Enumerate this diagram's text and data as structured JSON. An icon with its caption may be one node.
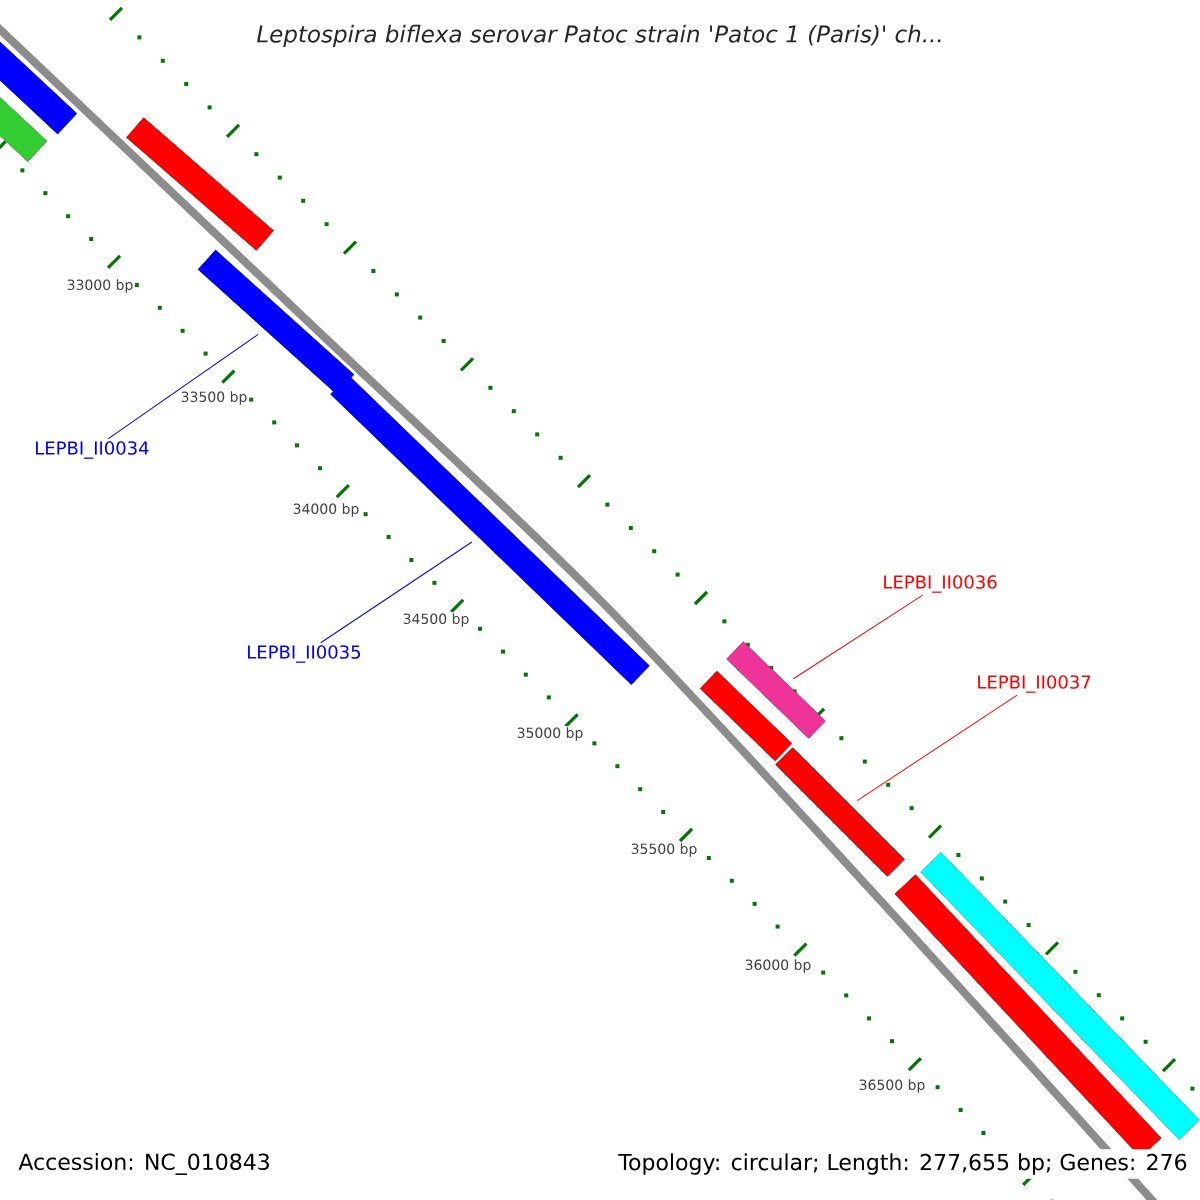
{
  "diagram": {
    "title": "Leptospira biflexa serovar Patoc strain 'Patoc 1 (Paris)' ch...",
    "nodes": [
      {
        "text": [],
        "shape": "bar"
      },
      {
        "text": [],
        "shape": "bar"
      },
      {
        "text": [],
        "shape": "bar"
      },
      {
        "text": [],
        "shape": "bar"
      },
      {
        "text": [],
        "shape": "bar"
      },
      {
        "text": [],
        "shape": "bar"
      },
      {
        "text": [],
        "shape": "bar"
      },
      {
        "text": [],
        "shape": "bar"
      },
      {
        "text": [],
        "shape": "bar"
      },
      {
        "text": [],
        "shape": "bar"
      },
      {
        "text": [
          "LEPBI_II0034"
        ]
      },
      {
        "text": [
          "LEPBI_II0035"
        ]
      },
      {
        "text": [
          "LEPBI_II0036"
        ]
      },
      {
        "text": [
          "LEPBI_II0037"
        ]
      }
    ],
    "edges": [
      {
        "from": 10,
        "to": 3,
        "arrow": "none",
        "color": "#0000ff"
      },
      {
        "from": 11,
        "to": 4,
        "arrow": "none",
        "color": "#0000ff"
      },
      {
        "from": 12,
        "to": 5,
        "arrow": "none",
        "color": "#ff0000"
      },
      {
        "from": 13,
        "to": 7,
        "arrow": "none",
        "color": "#ff0000"
      }
    ],
    "labels": [
      "33000 bp",
      "33500 bp",
      "34000 bp",
      "34500 bp",
      "35000 bp",
      "35500 bp",
      "36000 bp",
      "36500 bp",
      "Accession: NC_010843",
      "Topology: circular; Length: 277,655 bp; Genes: 276"
    ]
  }
}
